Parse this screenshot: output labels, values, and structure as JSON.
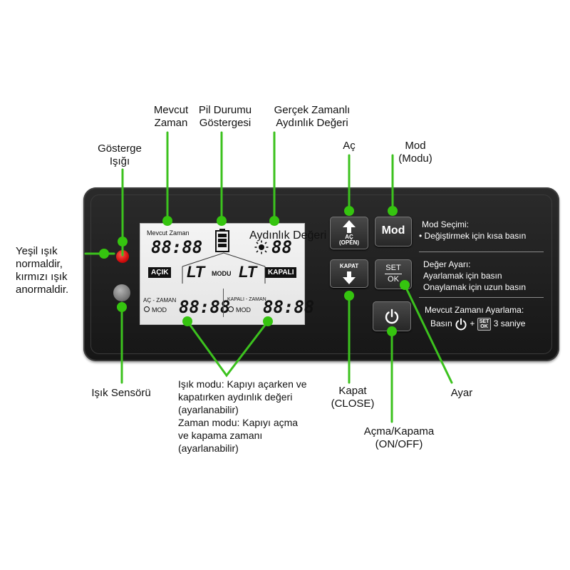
{
  "callouts": {
    "current_time": [
      "Mevcut",
      "Zaman"
    ],
    "battery": [
      "Pil Durumu",
      "Göstergesi"
    ],
    "light_value": [
      "Gerçek Zamanlı",
      "Aydınlık Değeri"
    ],
    "indicator": [
      "Gösterge",
      "Işığı"
    ],
    "open": [
      "Aç"
    ],
    "mode": [
      "Mod",
      "(Modu)"
    ],
    "led_note": [
      "Yeşil ışık",
      "normaldir,",
      "kırmızı ışık",
      "anormaldir."
    ],
    "light_sensor": [
      "Işık Sensörü"
    ],
    "mode_note": [
      "Işık modu: Kapıyı açarken ve",
      "kapatırken aydınlık değeri",
      "(ayarlanabilir)",
      "Zaman modu: Kapıyı açma",
      "ve kapama zamanı",
      "(ayarlanabilir)"
    ],
    "close": [
      "Kapat",
      "(CLOSE)"
    ],
    "set": [
      "Ayar"
    ],
    "power": [
      "Açma/Kapama",
      "(ON/OFF)"
    ]
  },
  "lcd": {
    "current_time_label": "Mevcut Zaman",
    "current_time_value": "88:88",
    "light_label": "Aydınlık Değeri",
    "light_value": "88",
    "open_tag": "AÇIK",
    "close_tag": "KAPALI",
    "lt_left": "LT",
    "lt_right": "LT",
    "mode_label": "MODU",
    "open_time_label": "AÇ - ZAMAN",
    "open_mod_label": "MOD",
    "open_time_value": "88:88",
    "close_time_label": "KAPALI - ZAMAN",
    "close_mod_label": "MOD",
    "close_time_value": "88:88"
  },
  "keys": {
    "open_label": "AÇ",
    "open_sub": "(OPEN)",
    "close_label": "KAPAT",
    "mod_label": "Mod",
    "set_top": "SET",
    "set_bottom": "OK"
  },
  "panel": {
    "mode_title": "Mod Seçimi:",
    "mode_line": "• Değiştirmek için kısa basın",
    "set_title": "Değer Ayarı:",
    "set_line1": "Ayarlamak için basın",
    "set_line2": "Onaylamak için uzun basın",
    "clock_title": "Mevcut Zamanı Ayarlama:",
    "clock_press": "Basın",
    "clock_plus": "+",
    "clock_seconds": "3 saniye",
    "mini_set_top": "SET",
    "mini_set_bottom": "OK"
  },
  "colors": {
    "leader": "#3cc21e",
    "dot": "#35c40f",
    "led_red": "#d10d0d",
    "device_body": "#1e1e1e"
  },
  "icons": [
    "arrow-up-icon",
    "arrow-down-icon",
    "power-icon",
    "sun-icon",
    "battery-icon"
  ]
}
